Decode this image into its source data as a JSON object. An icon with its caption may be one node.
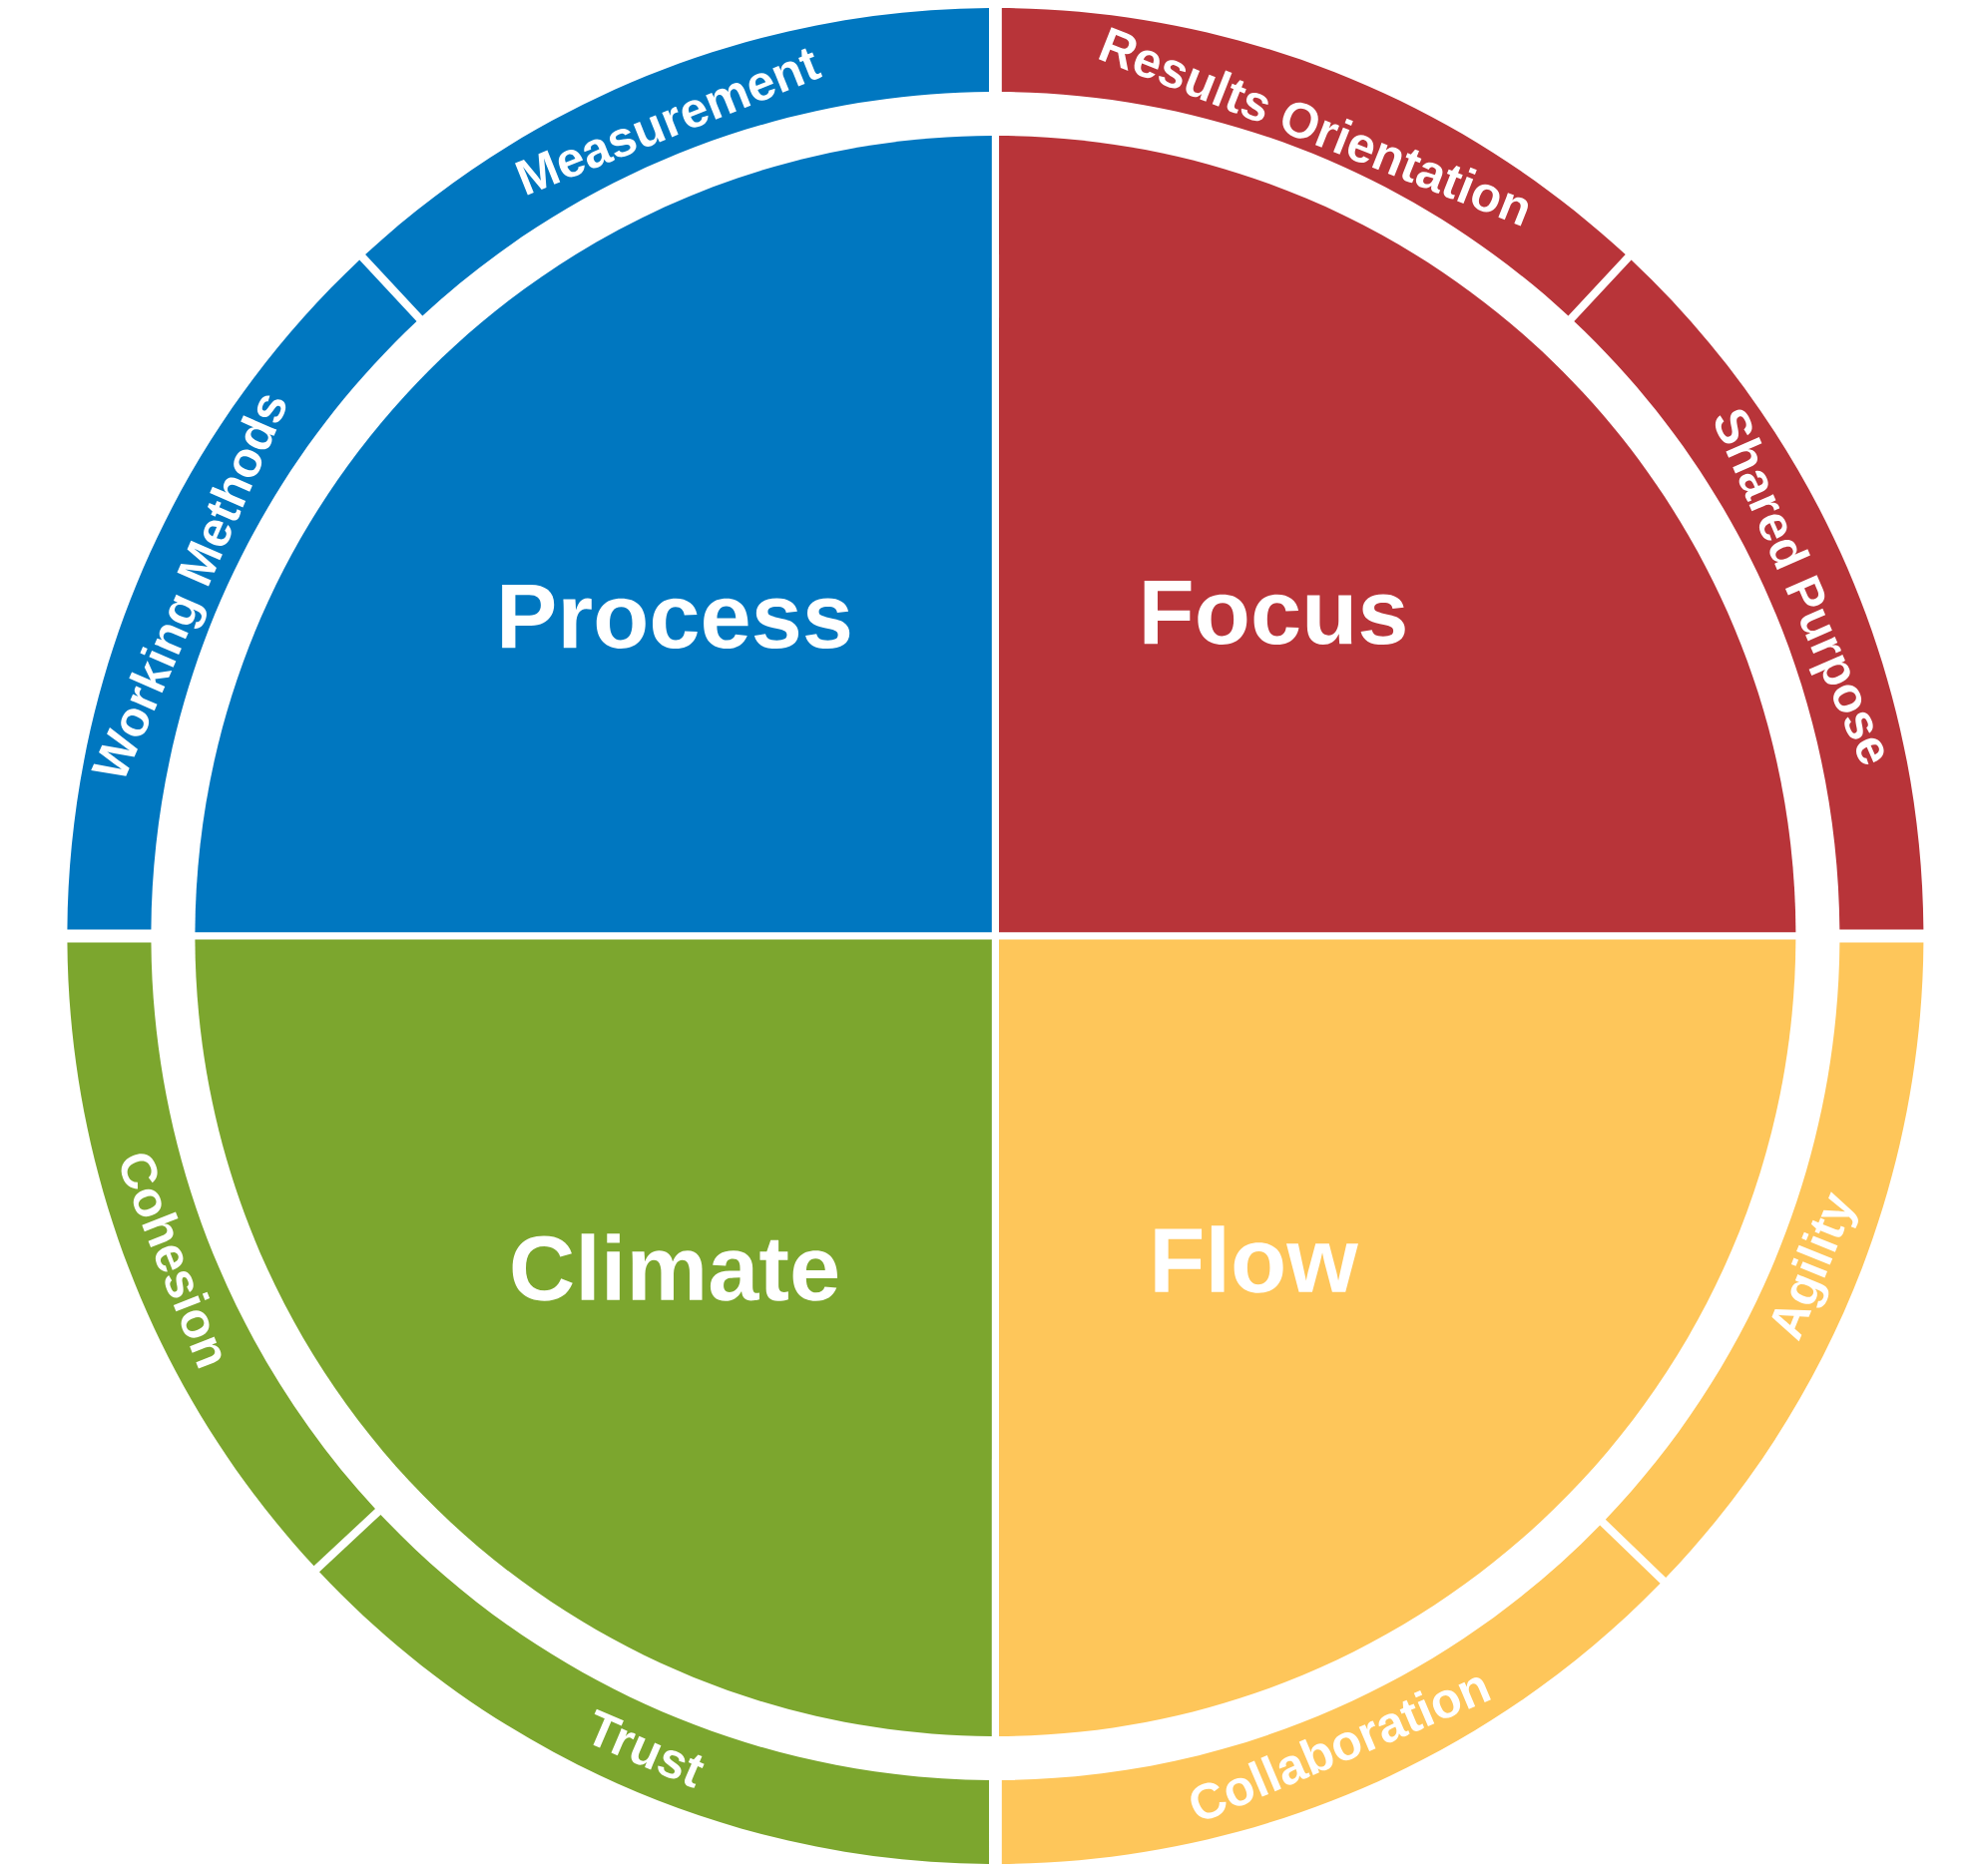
{
  "diagram": {
    "nodes": [
      {
        "text": [
          "Process"
        ]
      },
      {
        "text": [
          "Focus"
        ]
      },
      {
        "text": [
          "Climate"
        ]
      },
      {
        "text": [
          "Flow"
        ]
      },
      {
        "text": [
          "Measurement"
        ]
      },
      {
        "text": [
          "Results Orientation"
        ]
      },
      {
        "text": [
          "Working Methods"
        ]
      },
      {
        "text": [
          "Shared Purpose"
        ]
      },
      {
        "text": [
          "Cohesion"
        ]
      },
      {
        "text": [
          "Agility"
        ]
      },
      {
        "text": [
          "Trust"
        ]
      },
      {
        "text": [
          "Collaboration"
        ]
      }
    ]
  }
}
